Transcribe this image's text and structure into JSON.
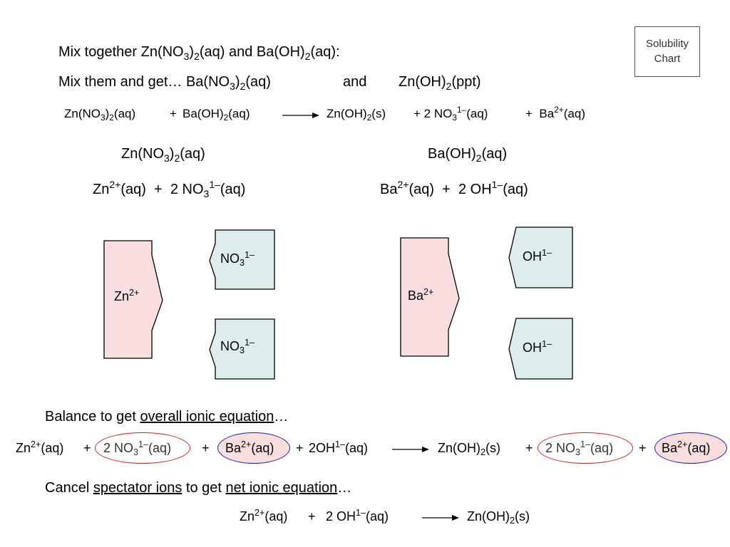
{
  "button": {
    "line1": "Solubility",
    "line2": "Chart"
  },
  "line1": {
    "a": "Mix together Zn(NO",
    "s1": "3",
    "b": ")",
    "s2": "2",
    "c": "(aq) and Ba(OH)",
    "s3": "2",
    "d": "(aq):"
  },
  "line2": {
    "a": "Mix them and get… Ba(NO",
    "s1": "3",
    "b": ")",
    "s2": "2",
    "c": "(aq)",
    "d": "and",
    "e": "Zn(OH)",
    "s3": "2",
    "f": "(ppt)"
  },
  "eq1": {
    "r1a": "Zn(NO",
    "r1s1": "3",
    "r1b": ")",
    "r1s2": "2",
    "r1c": "(aq)",
    "plus1": "+",
    "r2a": "Ba(OH)",
    "r2s": "2",
    "r2b": "(aq)",
    "p1a": "Zn(OH)",
    "p1s": "2",
    "p1b": "(s)",
    "plus2": "+",
    "p2a": "2 NO",
    "p2s": "3",
    "p2sup": "1–",
    "p2b": "(aq)",
    "plus3": "+",
    "p3a": "Ba",
    "p3sup": "2+",
    "p3b": "(aq)"
  },
  "left_salt": {
    "a": "Zn(NO",
    "s1": "3",
    "b": ")",
    "s2": "2",
    "c": "(aq)"
  },
  "right_salt": {
    "a": "Ba(OH)",
    "s": "2",
    "b": "(aq)"
  },
  "left_ions": {
    "a": "Zn",
    "sup1": "2+",
    "b": "(aq)",
    "plus": "+",
    "c": "2 NO",
    "s": "3",
    "sup2": "1–",
    "d": "(aq)"
  },
  "right_ions": {
    "a": "Ba",
    "sup1": "2+",
    "b": "(aq)",
    "plus": "+",
    "c": "2 OH",
    "sup2": "1–",
    "d": "(aq)"
  },
  "pieces": {
    "zn": {
      "a": "Zn",
      "sup": "2+"
    },
    "no3": {
      "a": "NO",
      "s": "3",
      "sup": "1–"
    },
    "ba": {
      "a": "Ba",
      "sup": "2+"
    },
    "oh": {
      "a": "OH",
      "sup": "1–"
    }
  },
  "balance": {
    "a": "Balance to get ",
    "u": "overall ionic equation",
    "b": "…"
  },
  "eq2": {
    "zn": "Zn",
    "zn_sup": "2+",
    "zn_b": "(aq)",
    "plus": "+",
    "no3": "2 NO",
    "no3_s": "3",
    "no3_sup": "1–",
    "no3_b": "(aq)",
    "ba": "Ba",
    "ba_sup": "2+",
    "ba_b": "(aq)",
    "oh": "2OH",
    "oh_sup": "1–",
    "oh_b": "(aq)",
    "prod": "Zn(OH)",
    "prod_s": "2",
    "prod_b": "(s)"
  },
  "cancel": {
    "a": "Cancel ",
    "u1": "spectator ions",
    "b": " to get ",
    "u2": "net ionic equation",
    "c": "…"
  },
  "eq3": {
    "zn": "Zn",
    "zn_sup": "2+",
    "zn_b": "(aq)",
    "plus": "+",
    "oh": "2 OH",
    "oh_sup": "1–",
    "oh_b": "(aq)",
    "prod": "Zn(OH)",
    "prod_s": "2",
    "prod_b": "(s)"
  },
  "colors": {
    "cation_fill": "#fbdfe0",
    "anion_fill": "#dcedec",
    "oval_red": "#d42020",
    "oval_blue": "#2020b0"
  }
}
